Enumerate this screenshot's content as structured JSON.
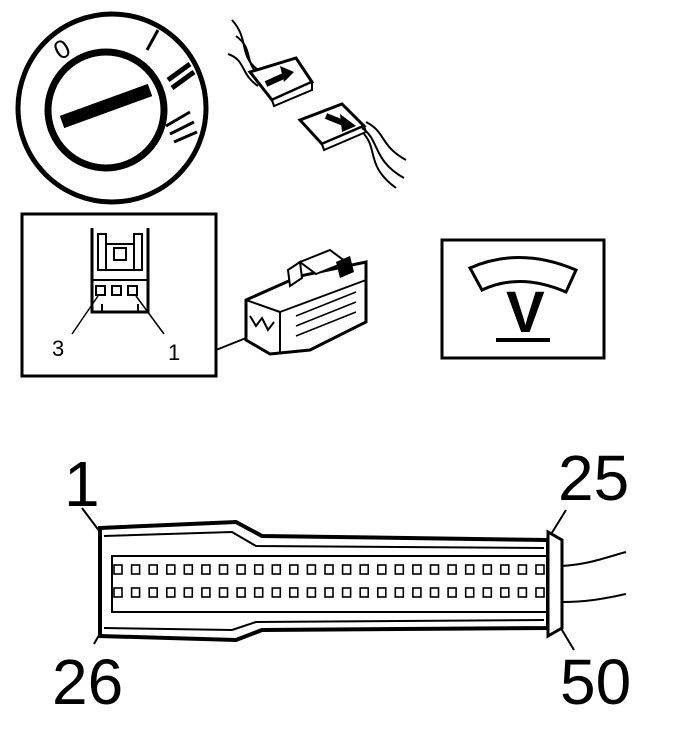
{
  "ignition": {
    "positions": [
      "0",
      "I",
      "II",
      "III"
    ]
  },
  "connector_inset": {
    "pin_left_label": "3",
    "pin_right_label": "1"
  },
  "voltmeter": {
    "unit_label": "V"
  },
  "ecu_connector": {
    "label_top_left": "1",
    "label_top_right": "25",
    "label_bottom_left": "26",
    "label_bottom_right": "50",
    "top_row_pins": 25,
    "bottom_row_pins": 25
  }
}
